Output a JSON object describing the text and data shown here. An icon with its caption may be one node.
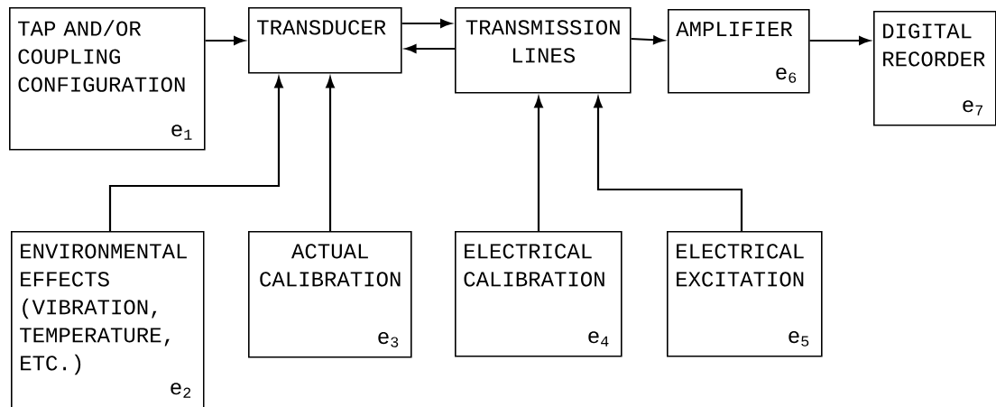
{
  "diagram": {
    "nodes": [
      {
        "text": [
          "TAP AND/OR COUPLING CONFIGURATION",
          "e$_{1}$"
        ]
      },
      {
        "text": [
          "TRANSDUCER"
        ]
      },
      {
        "text": [
          "TRANSMISSION LINES"
        ]
      },
      {
        "text": [
          "AMPLIFIER",
          "e$_{6}$"
        ]
      },
      {
        "text": [
          "DIGITAL RECORDER",
          "e$_{7}$"
        ]
      },
      {
        "text": [
          "ENVIRONMENTAL EFFECTS (VIBRATION, TEMPERATURE, ETC.)",
          "e$_{2}$"
        ]
      },
      {
        "text": [
          "ACTUAL CALIBRATION",
          "e$_{3}$"
        ]
      },
      {
        "text": [
          "ELECTRICAL CALIBRATION",
          "e$_{4}$"
        ]
      },
      {
        "text": [
          "ELECTRICAL EXCITATION",
          "e$_{5}$"
        ]
      }
    ],
    "edges": [
      {
        "from": 0,
        "to": 1,
        "arrow": "to"
      },
      {
        "from": 1,
        "to": 2,
        "arrow": "to"
      },
      {
        "from": 2,
        "to": 1,
        "arrow": "to"
      },
      {
        "from": 2,
        "to": 3,
        "arrow": "to"
      },
      {
        "from": 3,
        "to": 4,
        "arrow": "to"
      },
      {
        "from": 5,
        "to": 1,
        "arrow": "to"
      },
      {
        "from": 6,
        "to": 1,
        "arrow": "to"
      },
      {
        "from": 7,
        "to": 2,
        "arrow": "to"
      },
      {
        "from": 8,
        "to": 2,
        "arrow": "to"
      }
    ]
  }
}
